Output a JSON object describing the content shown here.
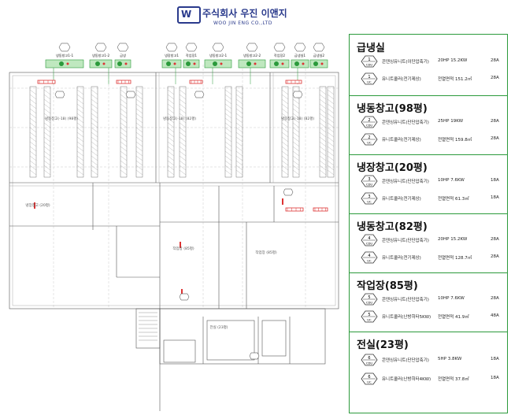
{
  "header": {
    "company_ko": "주식회사 우진 이앤지",
    "company_en": "WOO JIN ENG CO.,LTD",
    "logo_text": "W"
  },
  "plan": {
    "top_labels": [
      {
        "text": "냉동창고1-1"
      },
      {
        "text": "냉동창고1-2"
      },
      {
        "text": "급냉"
      },
      {
        "text": "냉장창고1"
      },
      {
        "text": "작업장1"
      },
      {
        "text": "냉동창고2-1"
      },
      {
        "text": "냉동창고2-2"
      },
      {
        "text": "작업장2"
      },
      {
        "text": "급냉실1"
      },
      {
        "text": "급냉실2"
      }
    ],
    "room_notes": [
      {
        "text": "냉동창고(-18) (98평)"
      },
      {
        "text": "냉동창고(-18) (82평)"
      },
      {
        "text": "냉동창고(-18) (82평)"
      },
      {
        "text": "냉장창고 (20평)"
      },
      {
        "text": "작업장 (85평)"
      },
      {
        "text": "작업장 (85평)"
      },
      {
        "text": "전실 (23평)"
      }
    ]
  },
  "panel": {
    "sections": [
      {
        "title": "급냉실",
        "items": [
          {
            "num": "1",
            "code": "CDU",
            "name": "콘덴싱유니트(이단압축기)",
            "spec": "20HP 15.2KW",
            "pipe": "28A"
          },
          {
            "num": "1",
            "code": "UC",
            "name": "유니트쿨러(전기제상)",
            "spec": "전열면적 151.2㎡",
            "pipe": "28A"
          }
        ]
      },
      {
        "title": "냉동창고(98평)",
        "items": [
          {
            "num": "2",
            "code": "CDU",
            "name": "콘덴싱유니트(단단압축기)",
            "spec": "25HP 19KW",
            "pipe": "28A"
          },
          {
            "num": "2",
            "code": "UC",
            "name": "유니트쿨러(전기제상)",
            "spec": "전열면적 159.8㎡",
            "pipe": "28A"
          }
        ]
      },
      {
        "title": "냉장창고(20평)",
        "items": [
          {
            "num": "3",
            "code": "CDU",
            "name": "콘덴싱유니트(단단압축기)",
            "spec": "10HP 7.6KW",
            "pipe": "18A"
          },
          {
            "num": "3",
            "code": "UC",
            "name": "유니트쿨러(전기제상)",
            "spec": "전열면적 61.3㎡",
            "pipe": "18A"
          }
        ]
      },
      {
        "title": "냉동창고(82평)",
        "items": [
          {
            "num": "4",
            "code": "CDU",
            "name": "콘덴싱유니트(단단압축기)",
            "spec": "20HP 15.2KW",
            "pipe": "28A"
          },
          {
            "num": "4",
            "code": "UC",
            "name": "유니트쿨러(전기제상)",
            "spec": "전열면적 128.7㎡",
            "pipe": "28A"
          }
        ]
      },
      {
        "title": "작업장(85평)",
        "items": [
          {
            "num": "5",
            "code": "CDU",
            "name": "콘덴싱유니트(단단압축기)",
            "spec": "10HP 7.6KW",
            "pipe": "28A"
          },
          {
            "num": "5",
            "code": "UC",
            "name": "유니트쿨러(난방히터5KW)",
            "spec": "전열면적 41.9㎡",
            "pipe": "48A"
          }
        ]
      },
      {
        "title": "전실(23평)",
        "items": [
          {
            "num": "6",
            "code": "CDU",
            "name": "콘덴싱유니트(단단압축기)",
            "spec": "5HP 3.8KW",
            "pipe": "18A"
          },
          {
            "num": "6",
            "code": "UC",
            "name": "유니트쿨러(난방히터4KW)",
            "spec": "전열면적 37.8㎡",
            "pipe": "18A"
          }
        ]
      }
    ]
  }
}
